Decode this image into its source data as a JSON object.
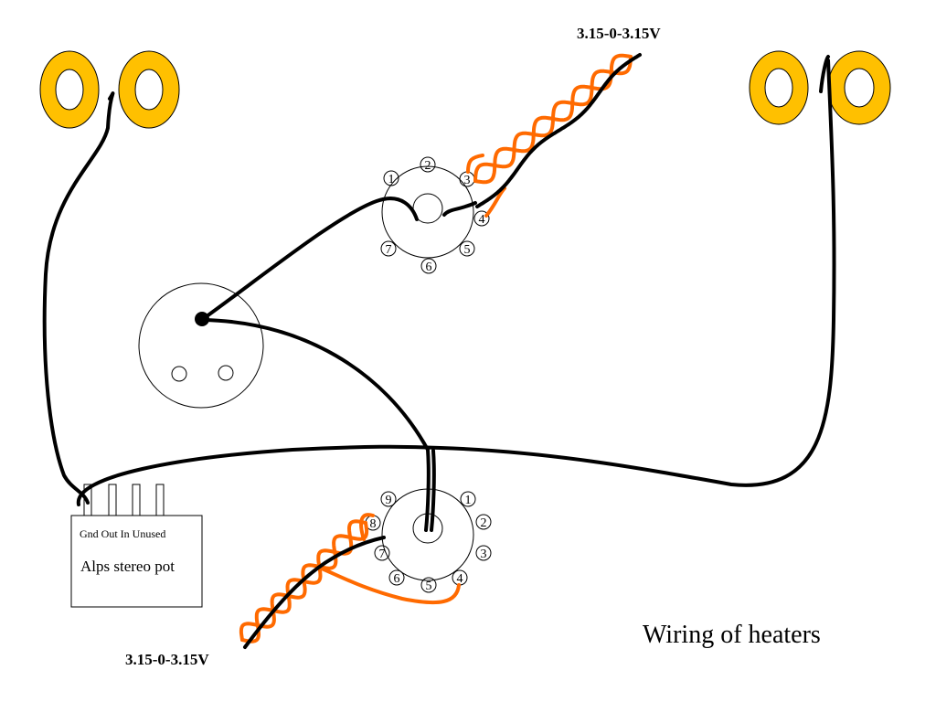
{
  "title": "Wiring of heaters",
  "top_voltage_label": "3.15-0-3.15V",
  "bottom_voltage_label": "3.15-0-3.15V",
  "pot": {
    "terminal_labels": "Gnd Out In Unused",
    "name": "Alps stereo pot"
  },
  "top_socket_pins": [
    "1",
    "2",
    "3",
    "4",
    "5",
    "6",
    "7"
  ],
  "bottom_socket_pins": [
    "9",
    "1",
    "2",
    "3",
    "4",
    "5",
    "6",
    "7",
    "8"
  ],
  "colors": {
    "lug": "#ffc000",
    "wire_orange": "#ff6a00",
    "wire_black": "#000000"
  }
}
